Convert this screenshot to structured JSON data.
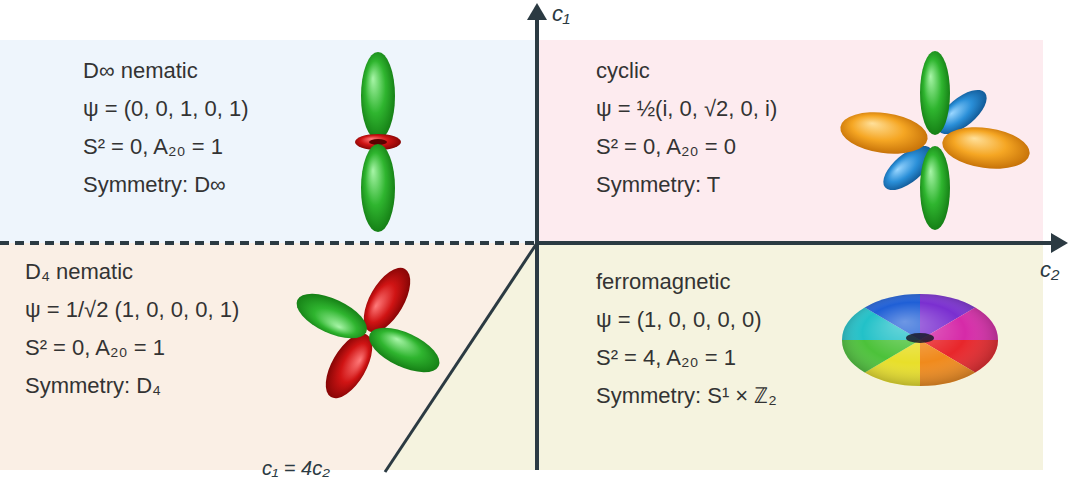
{
  "diagram": {
    "nodes": [
      {
        "text": [
          "D∞ nematic",
          "ψ = (0, 0, 1, 0, 1)",
          "S² = 0, A₂₀ = 1",
          "Symmetry: D∞"
        ]
      },
      {
        "text": [
          "cyclic",
          "ψ = ½(i, 0, √2, 0, i)",
          "S² = 0, A₂₀ = 0",
          "Symmetry: T"
        ]
      },
      {
        "text": [
          "D₄ nematic",
          "ψ = 1/√2 (1, 0, 0, 0, 1)",
          "S² = 0, A₂₀ = 1",
          "Symmetry: D₄"
        ]
      },
      {
        "text": [
          "ferromagnetic",
          "ψ = (1, 0, 0, 0, 0)",
          "S² = 4, A₂₀ = 1",
          "Symmetry: S¹ × ℤ₂"
        ]
      }
    ],
    "labels": [
      "c₁",
      "c₂",
      "c₁ = 4c₂"
    ]
  }
}
